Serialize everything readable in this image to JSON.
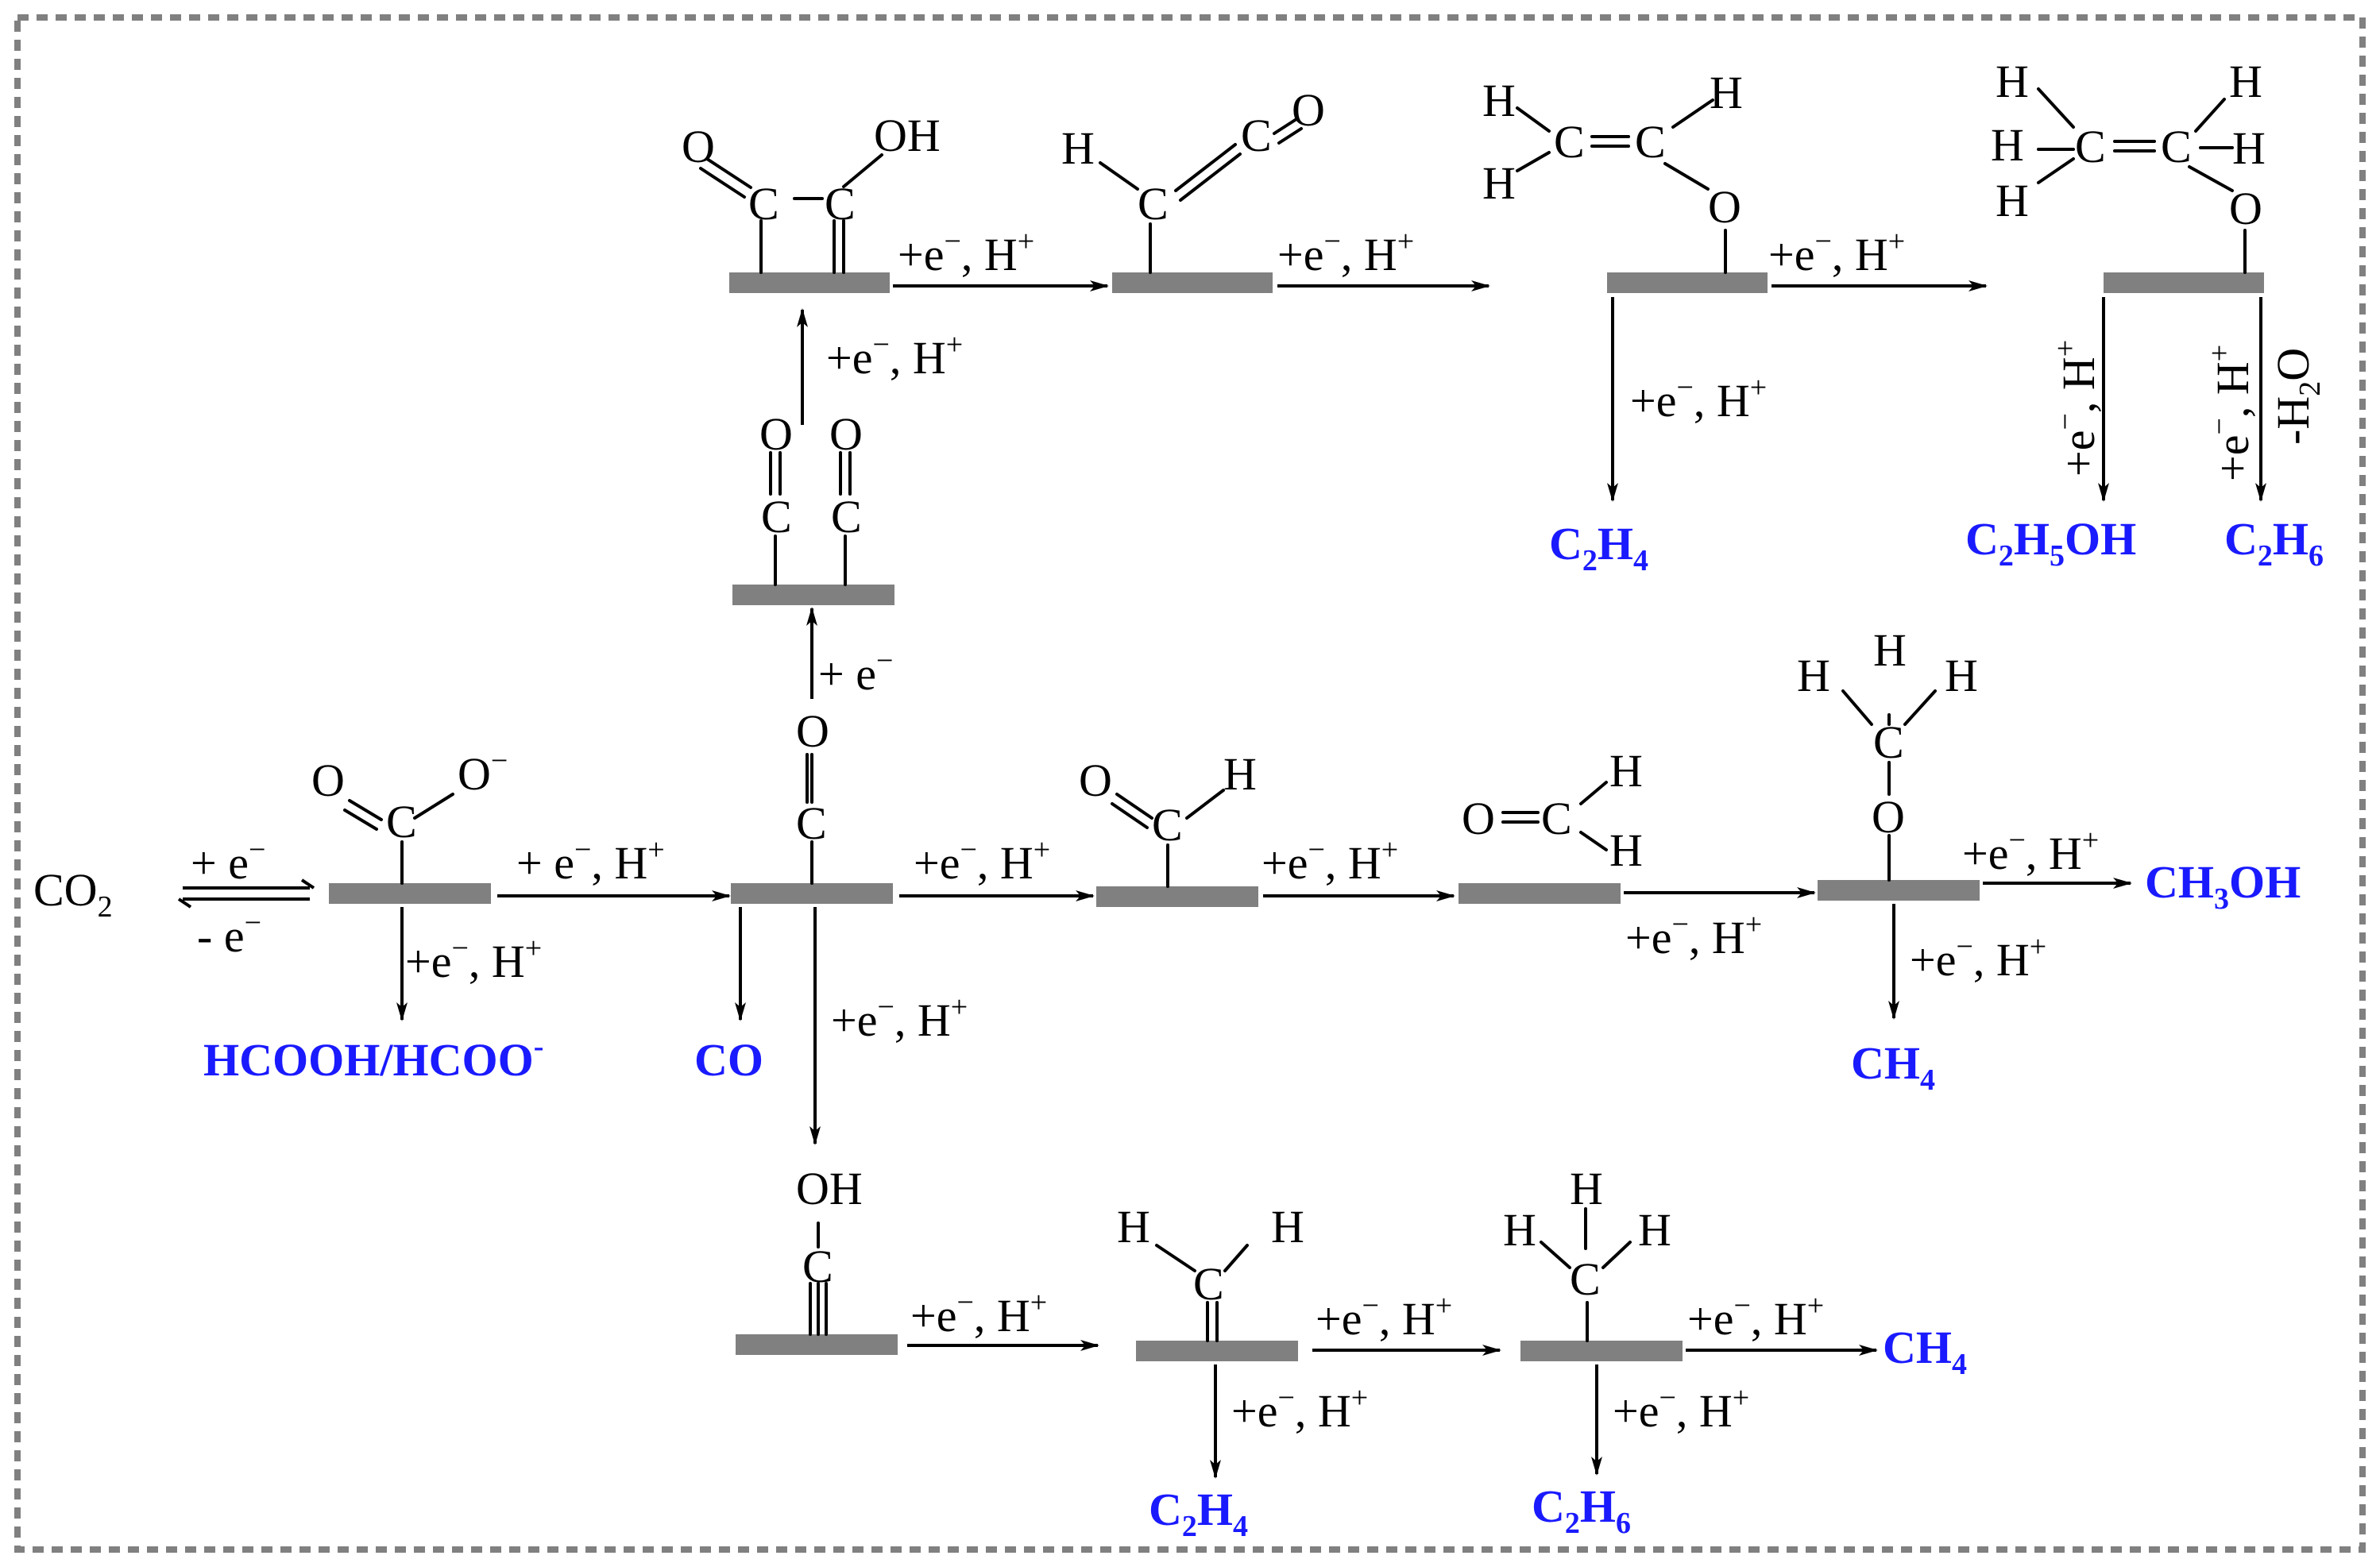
{
  "colors": {
    "product": "#1a1aff",
    "surface": "#808080",
    "frame": "#808080",
    "text": "#000000"
  },
  "reactant": {
    "main": "CO",
    "sub": "2"
  },
  "equilibrium": {
    "forward": {
      "main": "+ e",
      "sup": "−"
    },
    "backward": {
      "main": "- e",
      "sup": "−"
    }
  },
  "steps": {
    "e_h": {
      "e": "+e",
      "esup": "−",
      "sep": ", H",
      "hsup": "+"
    },
    "e_h_sp": {
      "e": "+ e",
      "esup": "−",
      "sep": ", H",
      "hsup": "+"
    },
    "e_only": {
      "e": "+ e",
      "esup": "−"
    },
    "minus_h2o": {
      "main": "-H",
      "sub": "2",
      "tail": "O"
    }
  },
  "atoms": {
    "C": "C",
    "O": "O",
    "H": "H",
    "OH": "OH",
    "Ominus": {
      "main": "O",
      "sup": "−"
    }
  },
  "products": {
    "formate": {
      "main": "HCOOH/HCOO",
      "sup": "-"
    },
    "co": "CO",
    "methane": {
      "main": "CH",
      "sub": "4"
    },
    "methanol": {
      "pre": "CH",
      "sub": "3",
      "post": "OH"
    },
    "ethylene": {
      "p1": "C",
      "s1": "2",
      "p2": "H",
      "s2": "4"
    },
    "ethane": {
      "p1": "C",
      "s1": "2",
      "p2": "H",
      "s2": "6"
    },
    "ethanol": {
      "p1": "C",
      "s1": "2",
      "p2": "H",
      "s2": "5",
      "p3": "OH"
    }
  }
}
